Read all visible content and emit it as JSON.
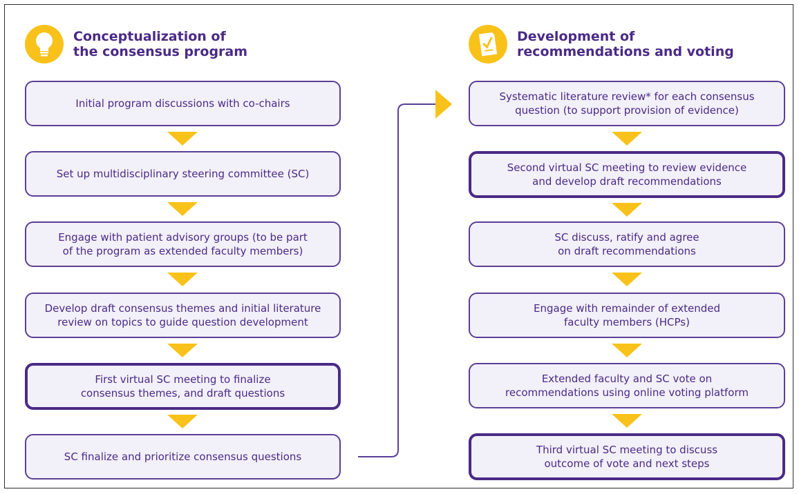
{
  "left": {
    "title_lines": [
      "Conceptualization of",
      "the consensus program"
    ],
    "steps": [
      {
        "lines": [
          "Initial program discussions with co-chairs"
        ]
      },
      {
        "lines": [
          "Set up multidisciplinary steering committee (SC)"
        ]
      },
      {
        "lines": [
          "Engage with patient advisory groups (to be part",
          "of the program as extended faculty members)"
        ]
      },
      {
        "lines": [
          "Develop draft consensus themes and initial literature",
          "review on topics to guide question development"
        ]
      },
      {
        "lines": [
          "First virtual SC meeting to finalize",
          "consensus themes, and draft questions"
        ]
      },
      {
        "lines": [
          "SC finalize and prioritize consensus questions"
        ]
      }
    ]
  },
  "right": {
    "title_lines": [
      "Development of",
      "recommendations and voting"
    ],
    "steps": [
      {
        "lines": [
          "Systematic literature review* for each consensus",
          "question (to support provision of evidence)"
        ]
      },
      {
        "lines": [
          "Second virtual SC meeting to review evidence",
          "and develop draft recommendations"
        ]
      },
      {
        "lines": [
          "SC discuss, ratify and agree",
          "on draft recommendations"
        ]
      },
      {
        "lines": [
          "Engage with remainder of extended",
          "faculty members (HCPs)"
        ]
      },
      {
        "lines": [
          "Extended faculty and SC vote on",
          "recommendations using online voting platform"
        ]
      },
      {
        "lines": [
          "Third virtual SC meeting to discuss",
          "outcome of vote and next steps"
        ]
      }
    ]
  },
  "colors": {
    "accent_yellow": "#f9c21a",
    "purple": "#4a2a86",
    "box_fill": "#f2f0f8"
  },
  "icons": {
    "left_heading": "lightbulb-icon",
    "right_heading": "checklist-document-icon"
  }
}
